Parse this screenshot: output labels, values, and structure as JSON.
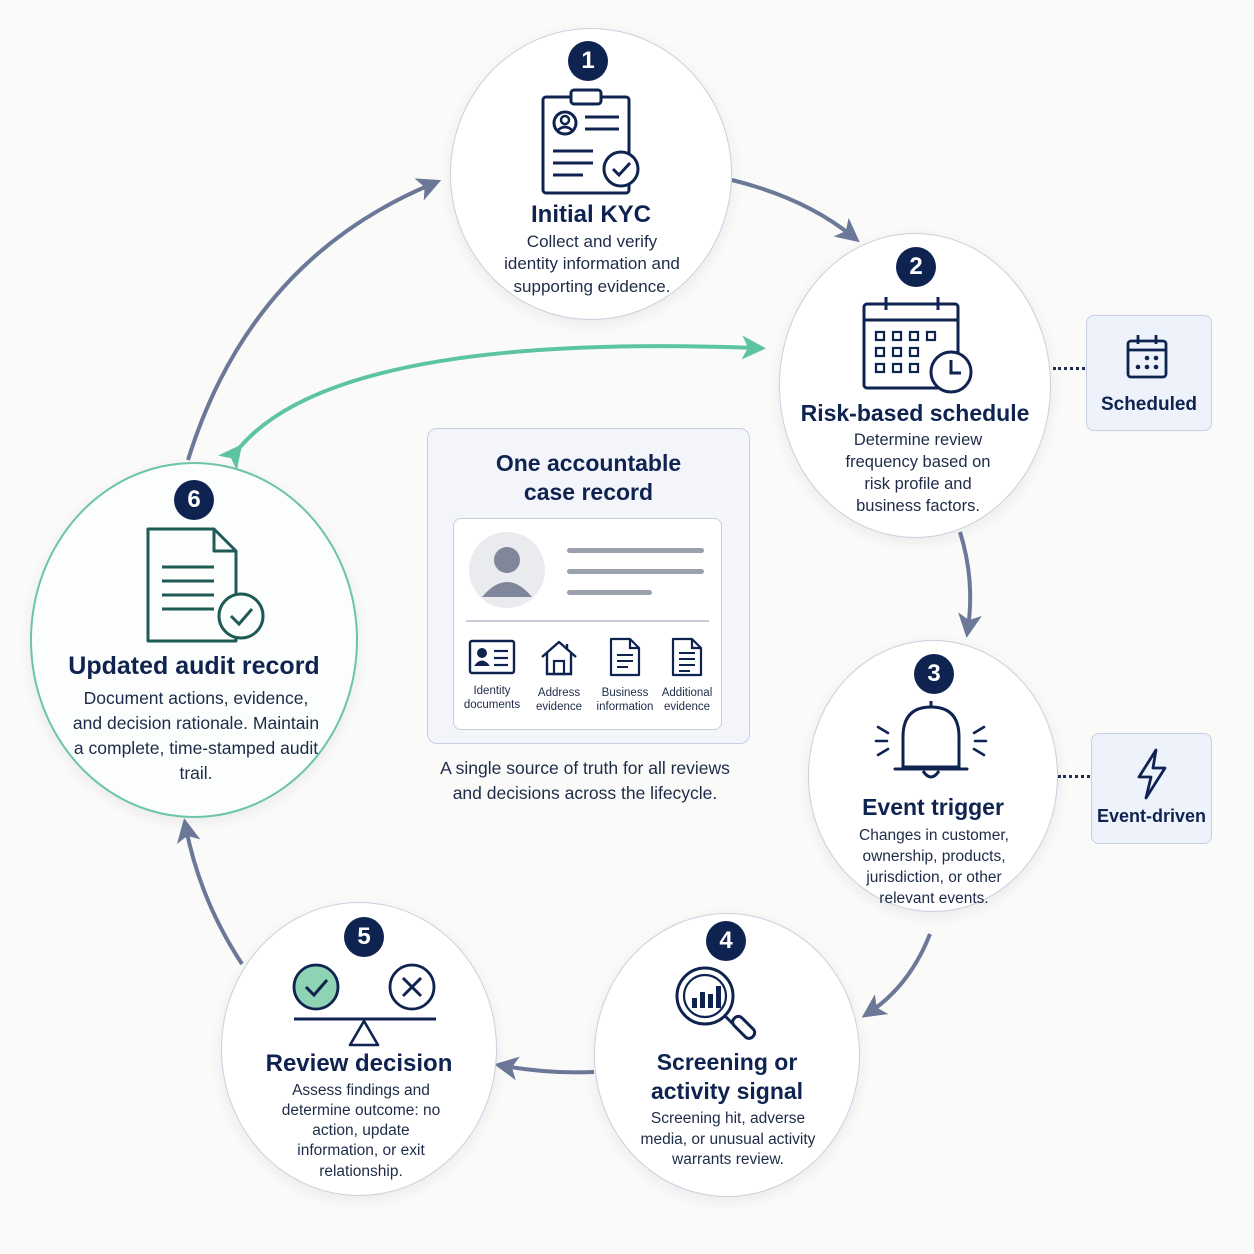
{
  "steps": [
    {
      "number": "1",
      "title": "Initial KYC",
      "description": "Collect and verify identity information and supporting evidence.",
      "icon": "clipboard-check-icon"
    },
    {
      "number": "2",
      "title": "Risk-based schedule",
      "description": "Determine review frequency based on risk profile and business factors.",
      "icon": "calendar-clock-icon"
    },
    {
      "number": "3",
      "title": "Event trigger",
      "description": "Changes in customer, ownership, products, jurisdiction, or other relevant events.",
      "icon": "bell-alert-icon"
    },
    {
      "number": "4",
      "title": "Screening or activity signal",
      "description": "Screening hit, adverse media, or unusual activity warrants review.",
      "icon": "magnifier-chart-icon"
    },
    {
      "number": "5",
      "title": "Review decision",
      "description": "Assess findings and determine outcome: no action, update information, or exit relationship.",
      "icon": "balance-check-cross-icon"
    },
    {
      "number": "6",
      "title": "Updated audit record",
      "description": "Document actions, evidence, and decision rationale. Maintain a complete, time-stamped audit trail.",
      "icon": "document-check-icon"
    }
  ],
  "side_labels": {
    "scheduled": {
      "label": "Scheduled",
      "icon": "calendar-icon"
    },
    "event_driven": {
      "label": "Event-driven",
      "icon": "lightning-icon"
    }
  },
  "center": {
    "title": "One accountable case record",
    "documents": [
      {
        "label": "Identity documents",
        "icon": "id-card-icon"
      },
      {
        "label": "Address evidence",
        "icon": "house-icon"
      },
      {
        "label": "Business information",
        "icon": "business-doc-icon"
      },
      {
        "label": "Additional evidence",
        "icon": "evidence-doc-icon"
      }
    ],
    "caption": "A single source of truth for all reviews and decisions across the lifecycle."
  },
  "colors": {
    "navy": "#0f2350",
    "arrow": "#6b7898",
    "accent_teal": "#5cc4a2",
    "check_green": "#8ed3b4",
    "panel_bg": "#eef2fa"
  }
}
